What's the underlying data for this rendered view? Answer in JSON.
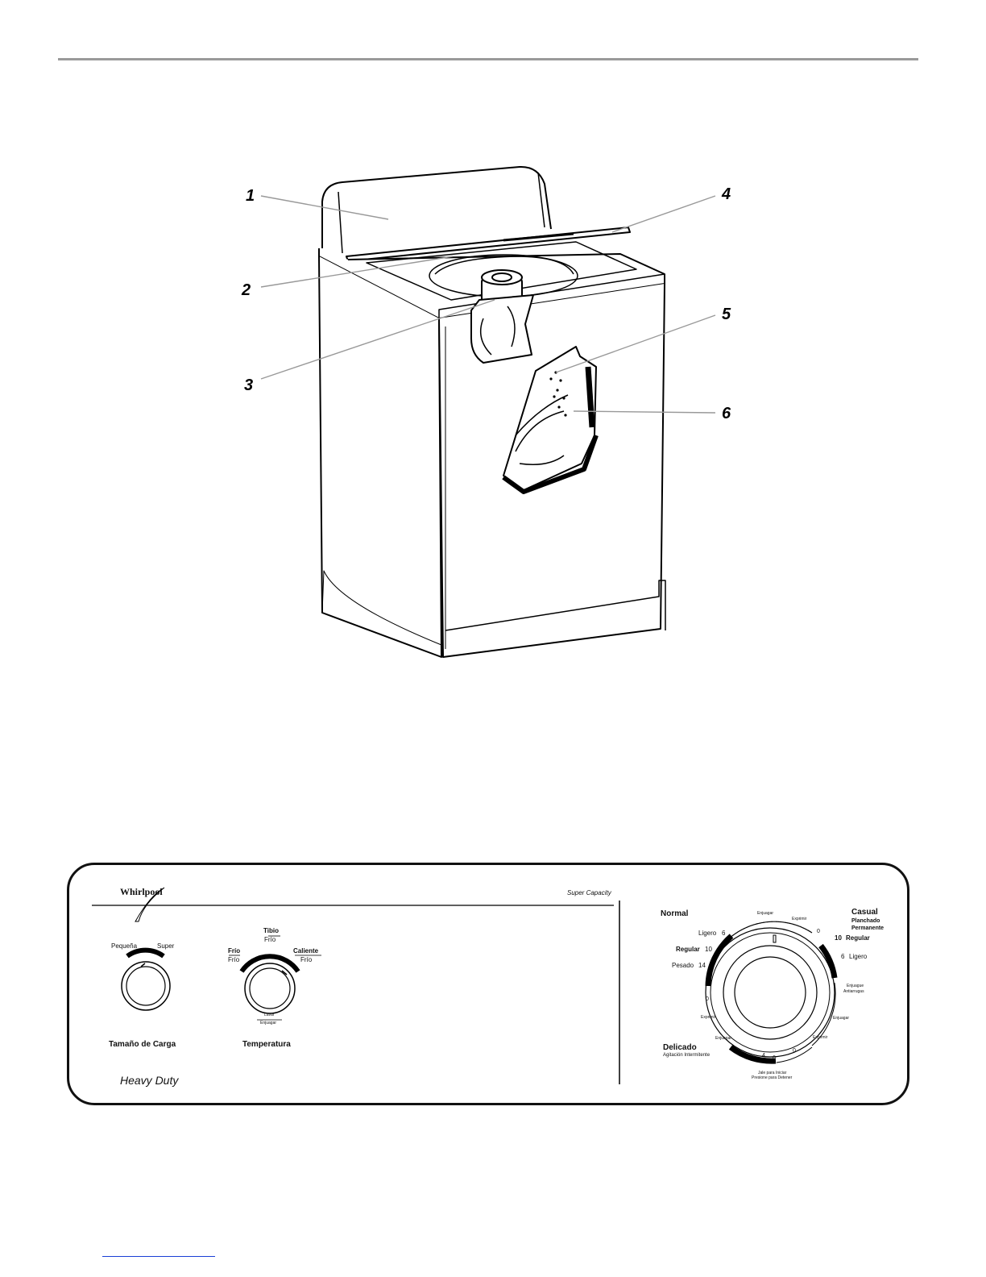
{
  "callouts": [
    "1",
    "2",
    "3",
    "4",
    "5",
    "6"
  ],
  "panel": {
    "brand": "Whirlpool",
    "super_capacity": "Super Capacity",
    "heavy_duty": "Heavy Duty",
    "load_size": {
      "title": "Tamaño de Carga",
      "left_label": "Pequeña",
      "right_label": "Super"
    },
    "temperature": {
      "title": "Temperatura",
      "wash_label": "Lavar",
      "rinse_label": "Enjuagar",
      "top_wash": "Tibio",
      "top_rinse": "Frío",
      "left_wash": "Frío",
      "left_rinse": "Frío",
      "right_wash": "Caliente",
      "right_rinse": "Frío"
    },
    "cycle": {
      "normal": "Normal",
      "ligero_left": "Ligero",
      "ligero_left_num": "6",
      "regular_left": "Regular",
      "regular_left_num": "10",
      "pesado": "Pesado",
      "pesado_num": "14",
      "zero_left": "0",
      "exprimir_left": "Exprimir",
      "enjuagar_lower_left": "Enjuagar",
      "delicado": "Delicado",
      "agitacion": "Agitación Intermitente",
      "num_4": "4",
      "num_6_bottom": "6",
      "zero_bottom": "0",
      "start_line1": "Jale para Iniciar",
      "start_line2": "Presione para Detener",
      "exprimir_lower_right": "Exprimir",
      "enjuagar_right": "Enjuagar",
      "antiarrugas_line1": "Enjuague",
      "antiarrugas_line2": "Antiarrugas",
      "ligero_right_num": "6",
      "ligero_right": "Ligero",
      "regular_right_num": "10",
      "regular_right": "Regular",
      "zero_top_right": "0",
      "exprimir_top": "Exprimir",
      "enjuagar_top": "Enjuagar",
      "casual": "Casual",
      "planchado": "Planchado",
      "permanente": "Permanente"
    }
  }
}
